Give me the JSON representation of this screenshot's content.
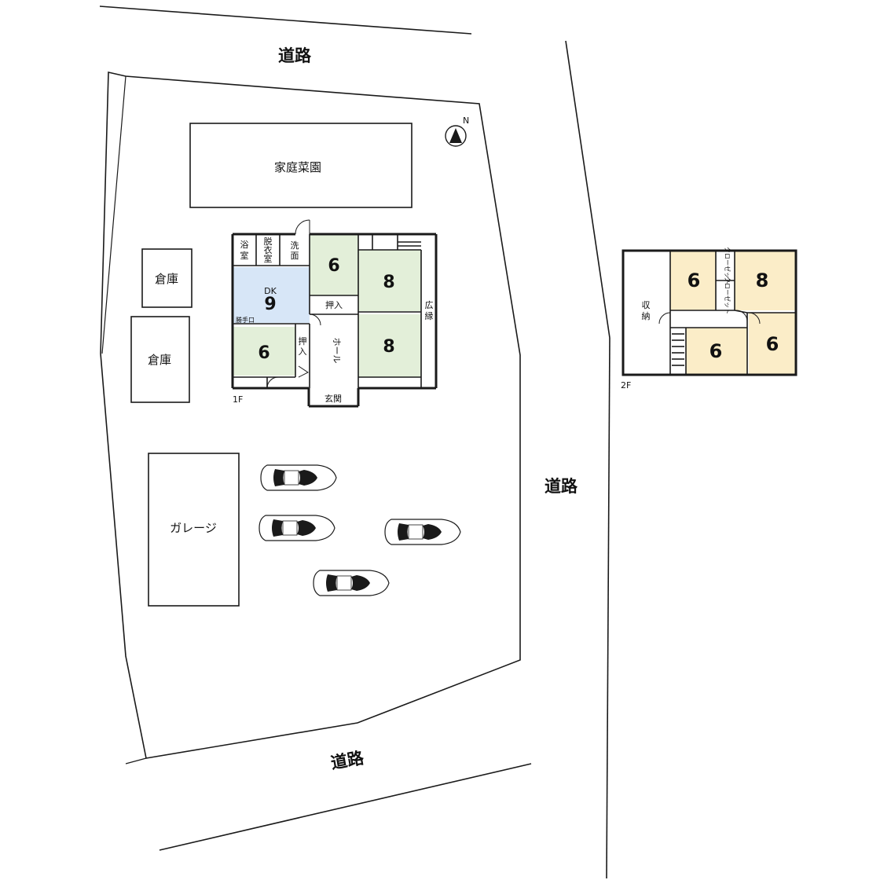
{
  "roads": {
    "top": "道路",
    "right": "道路",
    "bottom": "道路"
  },
  "compass": "N",
  "site": {
    "garden": "家庭菜園",
    "storage1": "倉庫",
    "storage2": "倉庫",
    "garage": "ガレージ"
  },
  "floor1": {
    "label": "1F",
    "bath": "浴室",
    "dressing": "脱衣室",
    "washroom": "洗面",
    "room_6a": "6",
    "room_8a": "8",
    "dk_label": "DK",
    "dk_size": "9",
    "oshiire1": "押入",
    "engawa": "広縁",
    "back_door": "勝手口",
    "room_6b": "6",
    "oshiire2": "押入",
    "hall": "ホール",
    "room_8b": "8",
    "entrance": "玄関"
  },
  "floor2": {
    "label": "2F",
    "storage": "収納",
    "room_6a": "6",
    "closet1": "クローゼット",
    "room_8": "8",
    "closet2": "クローゼット",
    "room_6b": "6",
    "room_6c": "6"
  },
  "colors": {
    "tatami": "#e3efd9",
    "dk": "#d7e6f7",
    "western": "#fbedc8",
    "line": "#1a1a1a"
  }
}
